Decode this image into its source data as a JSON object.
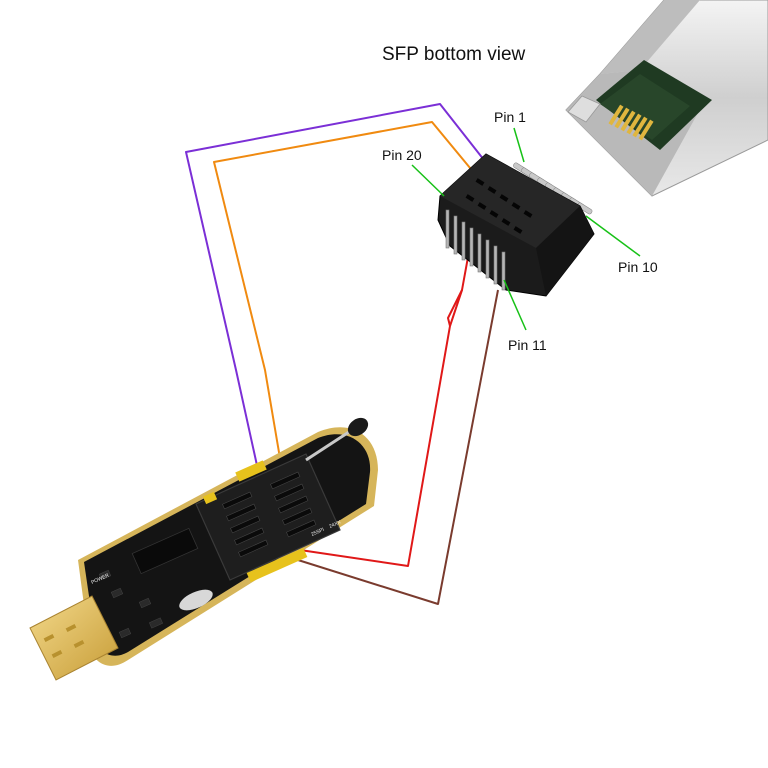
{
  "title": "SFP bottom view",
  "pins": {
    "pin1": "Pin 1",
    "pin20": "Pin 20",
    "pin10": "Pin 10",
    "pin11": "Pin 11"
  },
  "programmer_labels": {
    "power": "POWER",
    "mode_25": "25SPI",
    "mode_24": "24XX"
  },
  "colors": {
    "wire_purple": "#7b2fd6",
    "wire_orange": "#f08a10",
    "wire_red": "#e01818",
    "wire_brown": "#7a3b2e",
    "pointer_green": "#17c117",
    "pcb_black": "#141414",
    "pcb_gold": "#d6b55a"
  }
}
